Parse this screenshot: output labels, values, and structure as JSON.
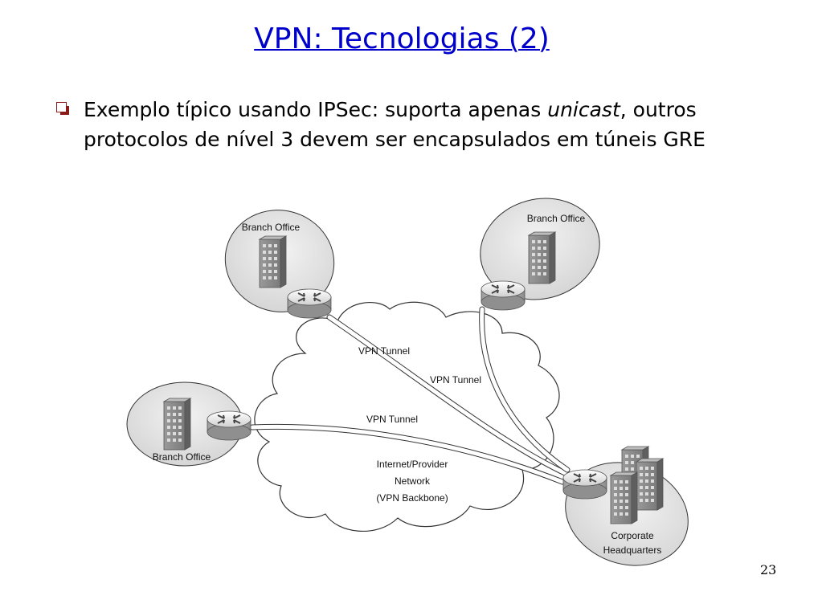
{
  "slide": {
    "title": "VPN: Tecnologias (2)",
    "bullet": {
      "part1": "Exemplo típico usando IPSec: suporta apenas ",
      "italic": "unicast",
      "part2": ", outros protocolos de nível 3 devem ser encapsulados em túneis GRE"
    },
    "page_number": "23"
  },
  "diagram": {
    "sites": {
      "branch_top_left": "Branch Office",
      "branch_top_right": "Branch Office",
      "branch_left": "Branch Office",
      "hq_line1": "Corporate",
      "hq_line2": "Headquarters"
    },
    "tunnels": {
      "tunnel_1": "VPN Tunnel",
      "tunnel_2": "VPN Tunnel",
      "tunnel_3": "VPN Tunnel"
    },
    "cloud": {
      "line1": "Internet/Provider",
      "line2": "Network",
      "line3": "(VPN Backbone)"
    }
  }
}
